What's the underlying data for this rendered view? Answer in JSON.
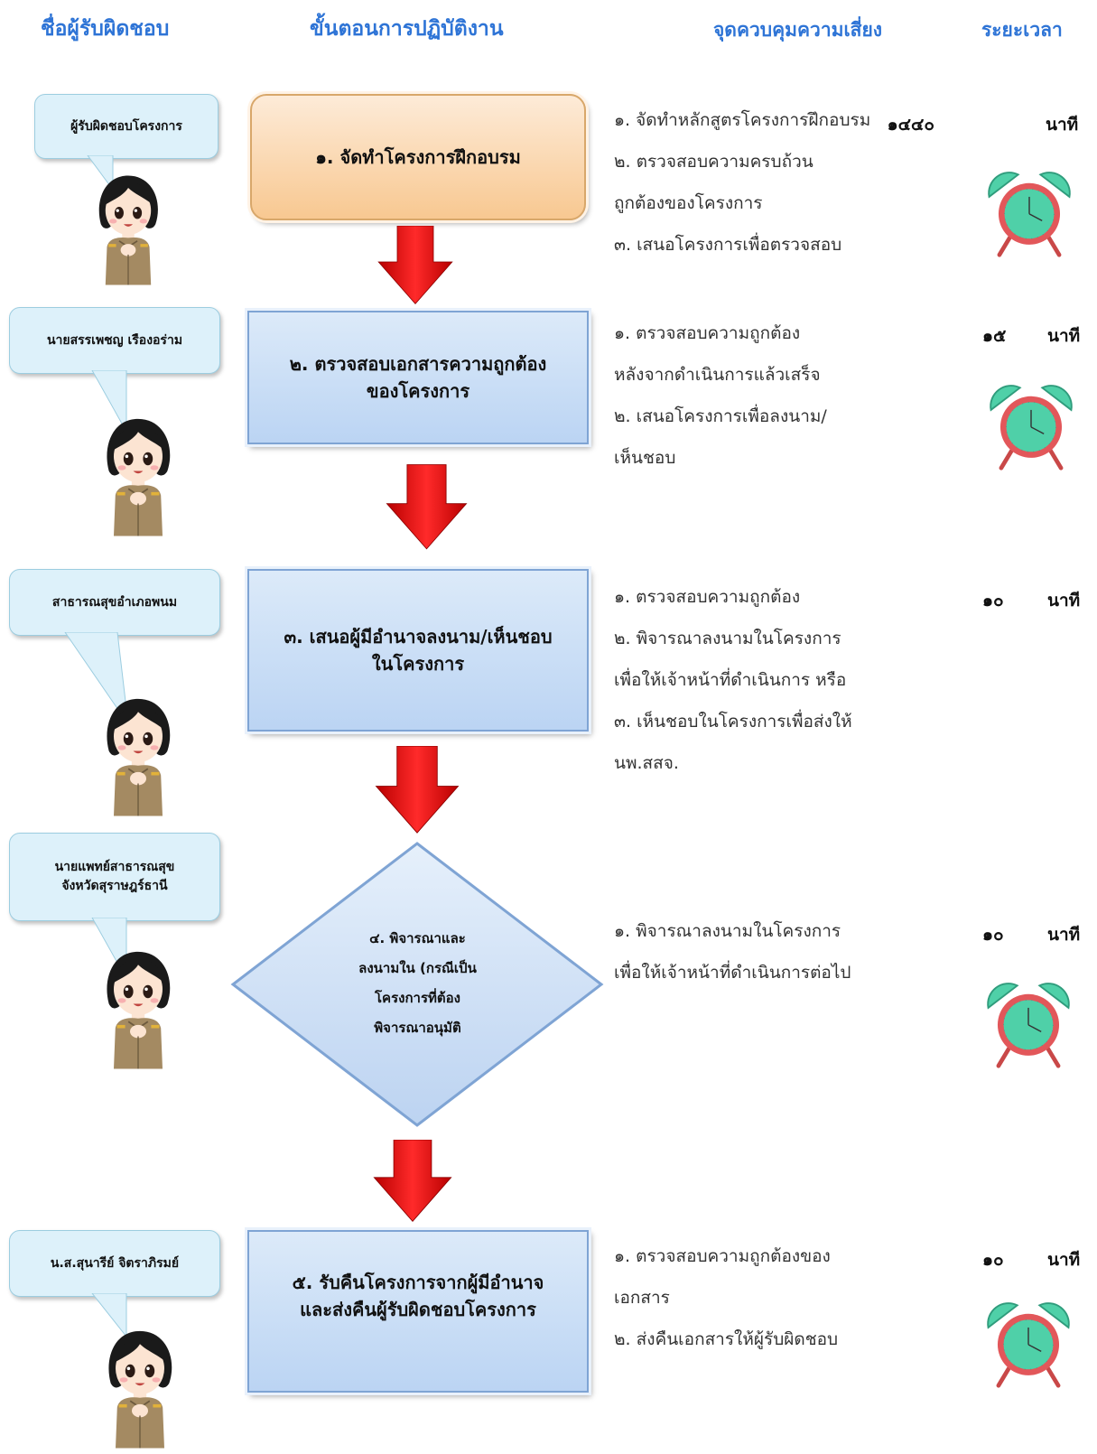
{
  "headers": {
    "responsible": "ชื่อผู้รับผิดชอบ",
    "process": "ขั้นตอนการปฏิบัติงาน",
    "control": "จุดควบคุมความเสี่ยง",
    "duration": "ระยะเวลา"
  },
  "steps": [
    {
      "person": "ผู้รับผิดชอบโครงการ",
      "process": [
        "๑. จัดทำโครงการฝึกอบรม"
      ],
      "controls": [
        "   ๑. จัดทำหลักสูตรโครงการฝึกอบรม",
        "   ๒. ตรวจสอบความครบถ้วน",
        "ถูกต้องของโครงการ",
        "   ๓. เสนอโครงการเพื่อตรวจสอบ"
      ],
      "time_value": "๑๔๔๐",
      "time_unit": "นาที"
    },
    {
      "person": "นายสรรเพชญ  เรืองอร่าม",
      "process": [
        "๒. ตรวจสอบเอกสารความถูกต้อง",
        "ของโครงการ"
      ],
      "controls": [
        "   ๑. ตรวจสอบความถูกต้อง",
        "หลังจากดำเนินการแล้วเสร็จ",
        "   ๒. เสนอโครงการเพื่อลงนาม/",
        "เห็นชอบ"
      ],
      "time_value": "๑๕",
      "time_unit": "นาที"
    },
    {
      "person": "สาธารณสุขอำเภอพนม",
      "process": [
        "๓. เสนอผู้มีอำนาจลงนาม/เห็นชอบ",
        "ในโครงการ"
      ],
      "controls": [
        "   ๑. ตรวจสอบความถูกต้อง",
        "   ๒. พิจารณาลงนามในโครงการ",
        "เพื่อให้เจ้าหน้าที่ดำเนินการ หรือ",
        "   ๓. เห็นชอบในโครงการเพื่อส่งให้",
        "นพ.สสจ."
      ],
      "time_value": "๑๐",
      "time_unit": "นาที"
    },
    {
      "person": [
        "นายแพทย์สาธารณสุข",
        "จังหวัดสุราษฎร์ธานี"
      ],
      "process": [
        "๔. พิจารณาและ",
        "ลงนามใน (กรณีเป็น",
        "โครงการที่ต้อง",
        "พิจารณาอนุมัติ"
      ],
      "controls": [
        "   ๑. พิจารณาลงนามในโครงการ",
        "เพื่อให้เจ้าหน้าที่ดำเนินการต่อไป"
      ],
      "time_value": "๑๐",
      "time_unit": "นาที"
    },
    {
      "person": "น.ส.สุนารีย์ จิตราภิรมย์",
      "process": [
        "๕. รับคืนโครงการจากผู้มีอำนาจ",
        "และส่งคืนผู้รับผิดชอบโครงการ"
      ],
      "controls": [
        "   ๑. ตรวจสอบความถูกต้องของ",
        "เอกสาร",
        "   ๒. ส่งคืนเอกสารให้ผู้รับผิดชอบ"
      ],
      "time_value": "๑๐",
      "time_unit": "นาที"
    }
  ],
  "colors": {
    "header": "#2E74D6",
    "bubble": "#DDF1FA",
    "arrow": "#E01010",
    "box_blue": "#BBD4F3",
    "box_orange": "#F8C891",
    "clock_face": "#4FD0A8",
    "clock_rim": "#E2575A"
  }
}
